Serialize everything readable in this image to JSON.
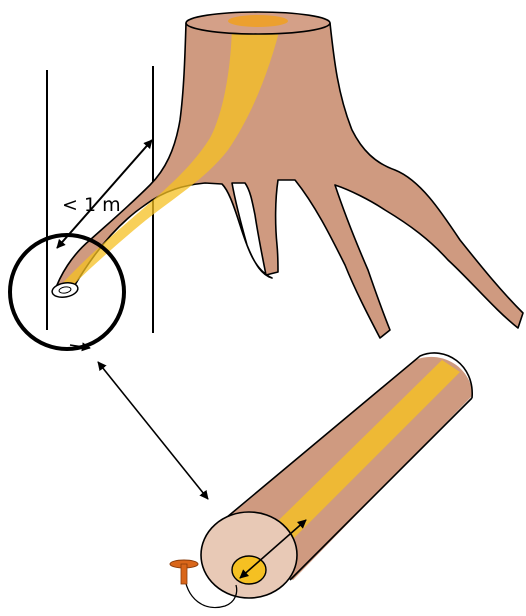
{
  "annotations": {
    "distance_label": "< 1 m"
  },
  "colors": {
    "wood": "#cf9a80",
    "wood_light": "#e8c9b6",
    "pith": "#f5c022",
    "pith_orange": "#f0a020",
    "outline": "#000000",
    "nail": "#d9661a"
  },
  "icons": {
    "stump": "tree-stump-with-roots",
    "sample": "root-cylinder-sample",
    "magnifier": "magnifier-circle",
    "nail": "marker-nail-icon"
  }
}
